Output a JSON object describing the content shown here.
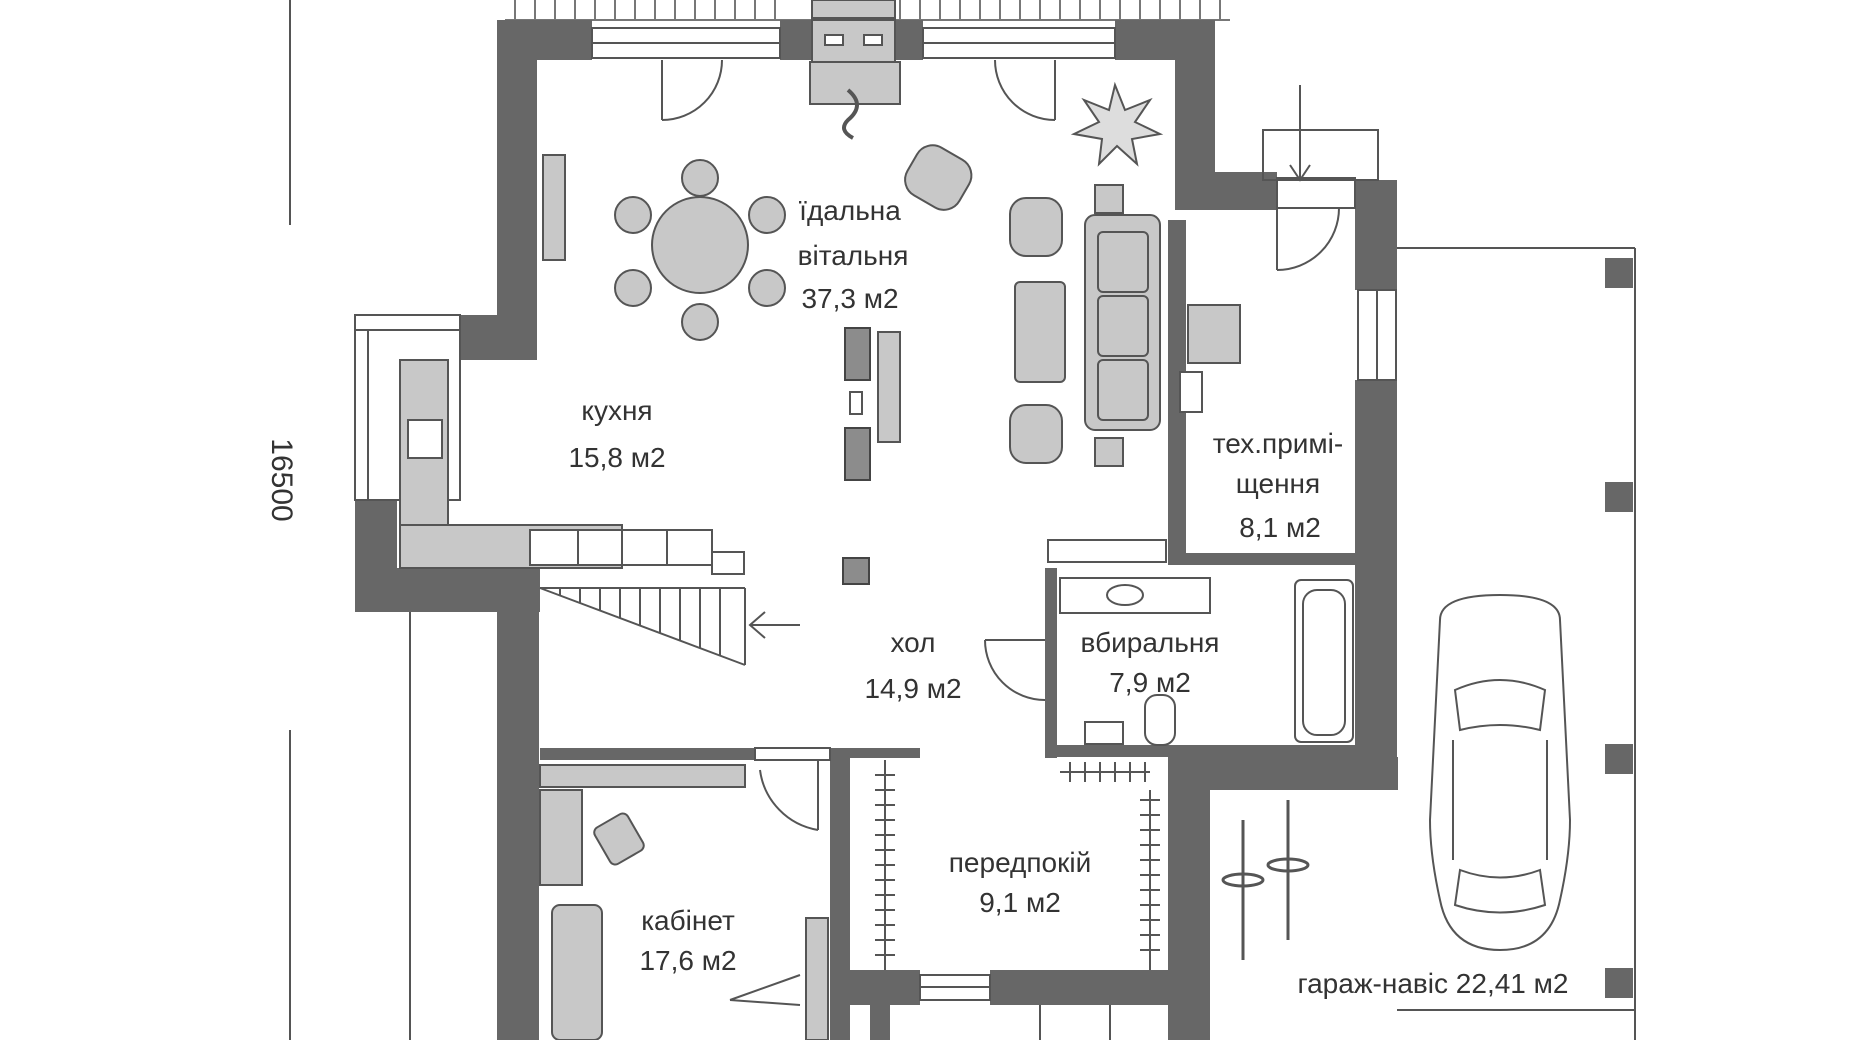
{
  "rooms": {
    "dining_living": {
      "line1": "їдальна",
      "line2": "вітальня",
      "area": "37,3 м2"
    },
    "kitchen": {
      "name": "кухня",
      "area": "15,8 м2"
    },
    "tech_room": {
      "line1": "тех.примі-",
      "line2": "щення",
      "area": "8,1 м2"
    },
    "hall": {
      "name": "хол",
      "area": "14,9 м2"
    },
    "bathroom": {
      "name": "вбиральня",
      "area": "7,9 м2"
    },
    "vestibule": {
      "name": "передпокій",
      "area": "9,1 м2"
    },
    "study": {
      "name": "кабінет",
      "area": "17,6 м2"
    },
    "carport": {
      "label": "гараж-навіс 22,41 м2"
    }
  },
  "dimensions": {
    "overall_depth": "16500"
  },
  "colors": {
    "wall": "#676767",
    "furniture": "#c8c8c8",
    "line": "#555555"
  }
}
